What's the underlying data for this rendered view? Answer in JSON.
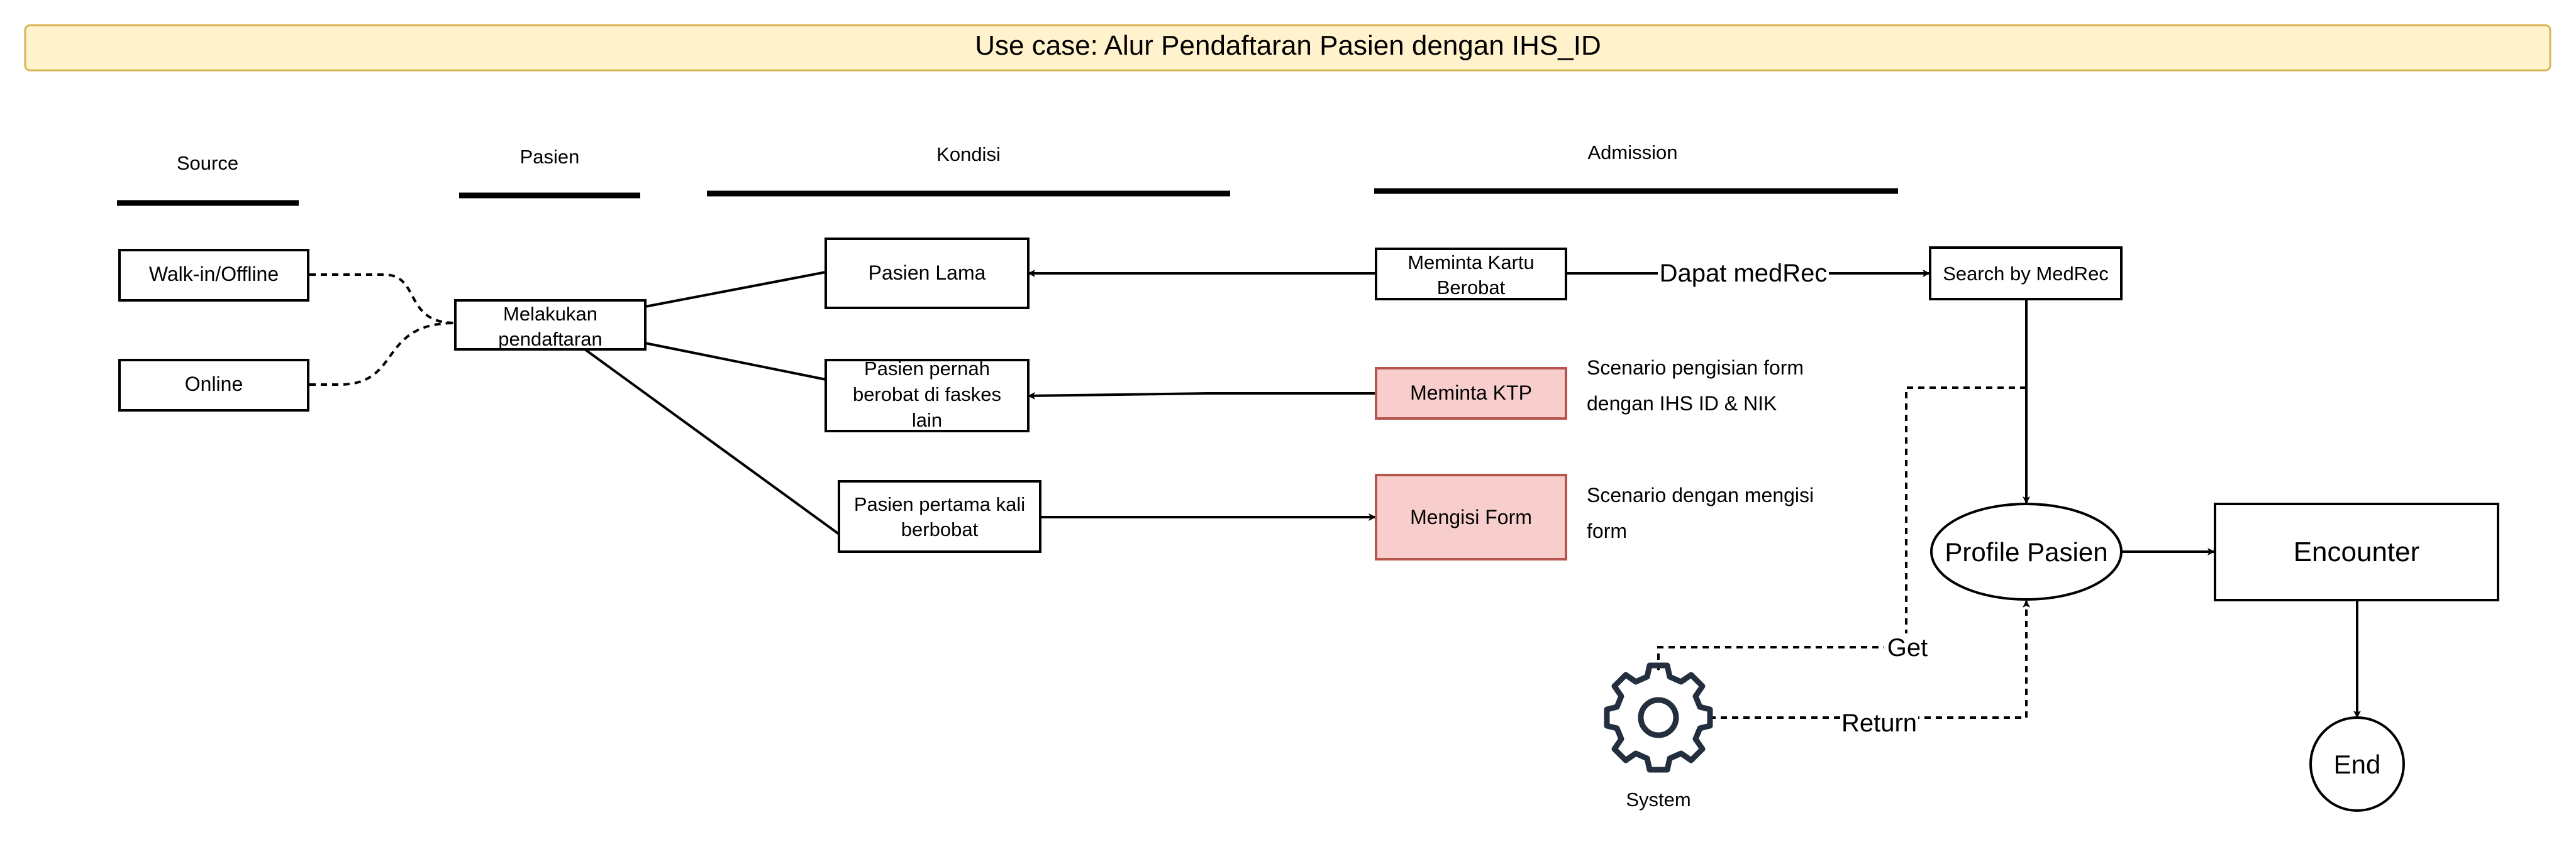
{
  "title": "Use case: Alur Pendaftaran Pasien dengan IHS_ID",
  "lanes": {
    "source": "Source",
    "pasien": "Pasien",
    "kondisi": "Kondisi",
    "admission": "Admission"
  },
  "nodes": {
    "walkin": "Walk-in/Offline",
    "online": "Online",
    "melakukan": [
      "Melakukan",
      "pendaftaran"
    ],
    "pasien_lama": "Pasien Lama",
    "pasien_pernah": [
      "Pasien pernah",
      "berobat di faskes",
      "lain"
    ],
    "pasien_pertama": [
      "Pasien pertama kali",
      "berbobat"
    ],
    "meminta_kartu": [
      "Meminta Kartu",
      "Berobat"
    ],
    "meminta_ktp": "Meminta KTP",
    "mengisi_form": "Mengisi Form",
    "search_medrec": "Search by MedRec",
    "profile_pasien": "Profile Pasien",
    "encounter": "Encounter",
    "end": "End",
    "system": "System"
  },
  "edge_labels": {
    "dapat_medrec": "Dapat medRec",
    "get": "Get",
    "return": "Return"
  },
  "notes": {
    "scenario_ihs": [
      "Scenario pengisian form",
      "dengan IHS ID & NIK"
    ],
    "scenario_form": [
      "Scenario dengan mengisi",
      "form"
    ]
  },
  "colors": {
    "title_fill": "#fff2cc",
    "title_stroke": "#d6b656",
    "highlight_fill": "#f8cecc",
    "highlight_stroke": "#b85450",
    "system_icon": "#232f3e"
  }
}
